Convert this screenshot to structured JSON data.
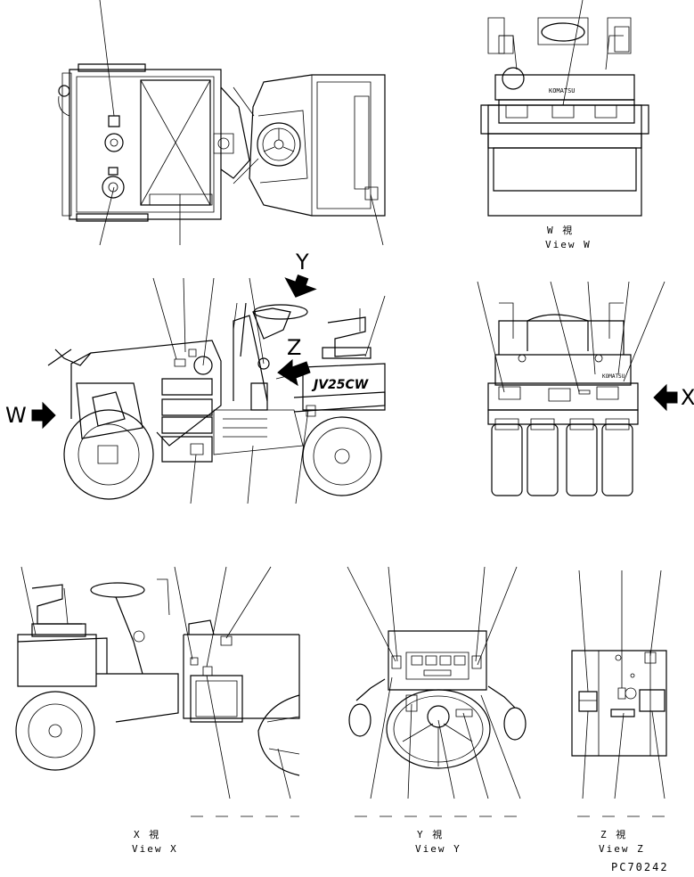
{
  "arrows": {
    "W": "W",
    "X": "X",
    "Y": "Y",
    "Z": "Z"
  },
  "machine_badge": "JV25CW",
  "views": {
    "W": {
      "jp": "W  視",
      "en": "View W"
    },
    "X": {
      "jp": "X  視",
      "en": "View X"
    },
    "Y": {
      "jp": "Y  視",
      "en": "View Y"
    },
    "Z": {
      "jp": "Z  視",
      "en": "View Z"
    }
  },
  "drawing_number": "PC70242",
  "colors": {
    "ink": "#000000",
    "paper": "#ffffff"
  }
}
